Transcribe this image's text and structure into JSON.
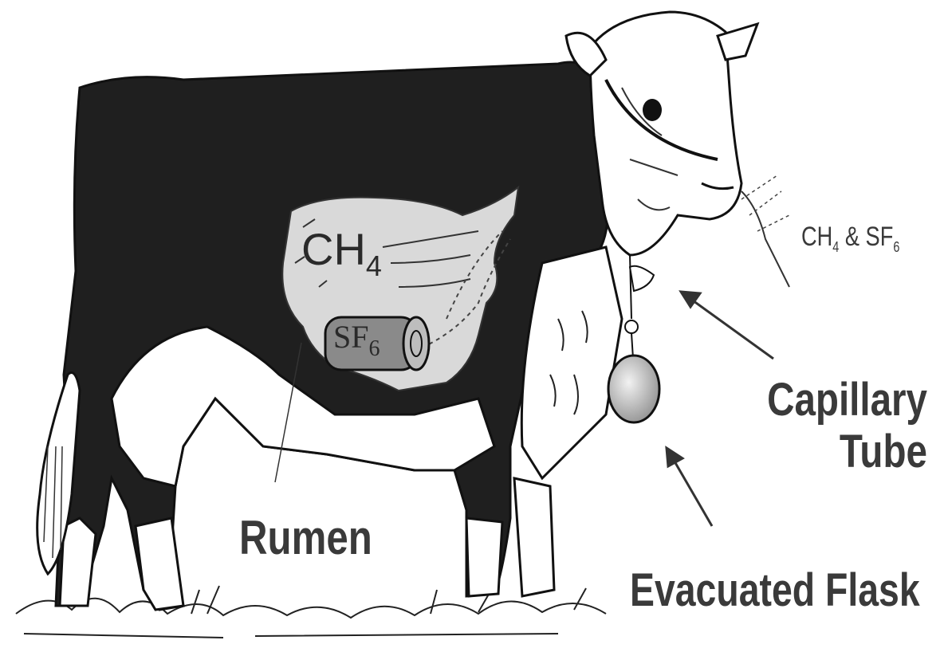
{
  "labels": {
    "ch4_main": "CH",
    "ch4_main_sub": "4",
    "sf6_capsule": "SF",
    "sf6_capsule_sub": "6",
    "gas_sample_ch": "CH",
    "gas_sample_ch_sub": "4",
    "gas_sample_amp": " & SF",
    "gas_sample_sf_sub": "6",
    "capillary_line1": "Capillary",
    "capillary_line2": "Tube",
    "rumen": "Rumen",
    "evacuated_flask": "Evacuated Flask"
  },
  "colors": {
    "body_dark": "#1f1f1f",
    "rumen_fill": "#d9d9d9",
    "capsule_fill": "#8a8a8a",
    "label_text": "#3a3a3a"
  }
}
